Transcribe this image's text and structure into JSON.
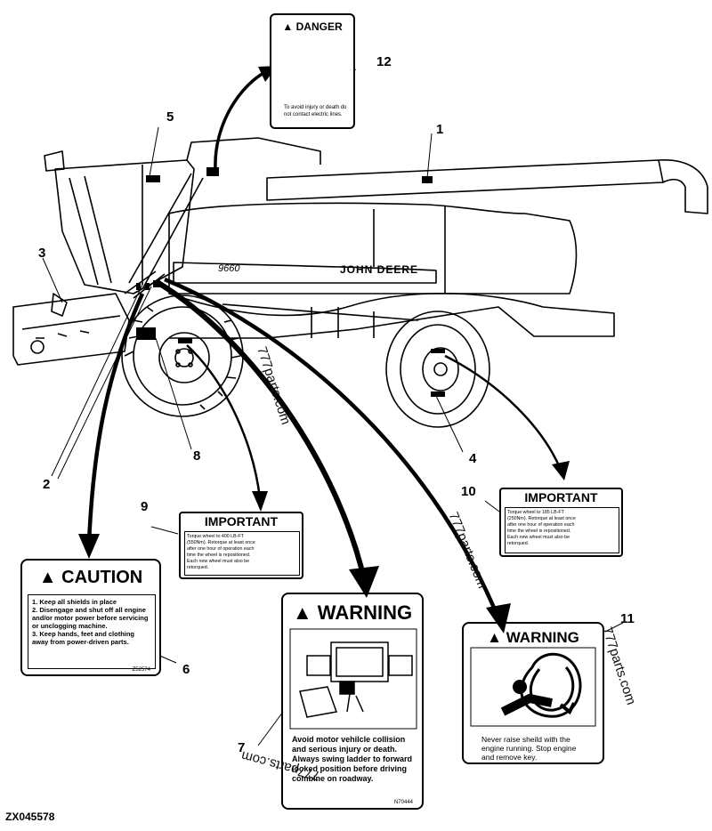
{
  "figure_code": "ZX045578",
  "callouts": [
    "1",
    "2",
    "3",
    "4",
    "5",
    "6",
    "7",
    "8",
    "9",
    "10",
    "11",
    "12"
  ],
  "machine": {
    "model": "9660",
    "brand": "JOHN DEERE"
  },
  "decals": {
    "danger": {
      "header": "DANGER",
      "text": "To avoid injury or death do not contact electric lines."
    },
    "caution": {
      "header": "CAUTION",
      "items": [
        "1. Keep all shields in place",
        "2. Disengage and shut off all engine and/or motor power before servicing or unclogging machine.",
        "3. Keep hands, feet and clothing away from power-driven parts."
      ],
      "code": "Z52574"
    },
    "important_9": {
      "header": "IMPORTANT",
      "text": "Torque wheel to 400 LB-FT (550Nm). Retorque at least once after one hour of operation each time the wheel is repositioned. Each new wheel must also be retorqued."
    },
    "important_10": {
      "header": "IMPORTANT",
      "text": "Torque wheel to 185 LB-FT (250Nm). Retorque at least once after one hour of operation each time the wheel is repositioned. Each new wheel must also be retorqued."
    },
    "warning_7": {
      "header": "WARNING",
      "text": "Avoid motor vehilcle collision and serious injury or death. Always swing ladder to forward looked position before driving combine on roadway.",
      "code": "N70444"
    },
    "warning_11": {
      "header": "WARNING",
      "text": "Never raise sheild with the engine running. Stop engine and remove key."
    }
  },
  "watermarks": [
    "777parts.com",
    "777parts.com",
    "777parts.com",
    "777parts.com"
  ],
  "colors": {
    "ink": "#000000",
    "paper": "#ffffff"
  }
}
